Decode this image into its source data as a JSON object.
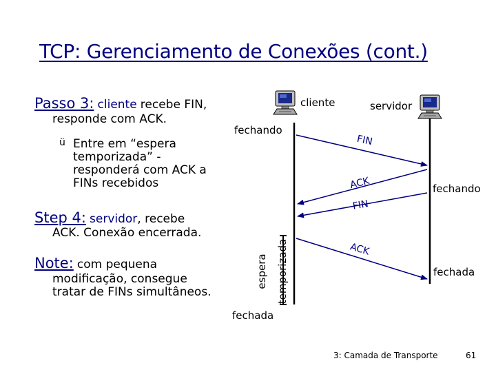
{
  "title": "TCP: Gerenciamento de Conexões (cont.)",
  "passo3": {
    "label": "Passo 3:",
    "text_a": "cliente",
    "text_b": "recebe FIN,",
    "line2": "responde com ACK."
  },
  "bullet": {
    "mark": "ü",
    "lines": [
      "Entre em “espera",
      "temporizada” -",
      "responderá com ACK a",
      "FINs recebidos"
    ]
  },
  "step4": {
    "label": "Step 4:",
    "text_a": "servidor",
    "text_b": ", recebe",
    "line2": "ACK. Conexão encerrada."
  },
  "note": {
    "label": "Note:",
    "text_a": "com pequena",
    "lines": [
      "modificação, consegue",
      "tratar de FINs simultâneos."
    ]
  },
  "diagram": {
    "client_label": "cliente",
    "server_label": "servidor",
    "client_state_1": "fechando",
    "server_state_1": "fechando",
    "server_state_2": "fechada",
    "client_state_2": "fechada",
    "timed_wait_1": "espera",
    "timed_wait_2": "temporizada",
    "messages": [
      "FIN",
      "ACK",
      "FIN",
      "ACK"
    ]
  },
  "footer": {
    "chapter": "3: Camada de Transporte",
    "page": "61"
  },
  "icons": [
    "client-computer-icon",
    "server-computer-icon",
    "checkmark-bullet-icon"
  ]
}
